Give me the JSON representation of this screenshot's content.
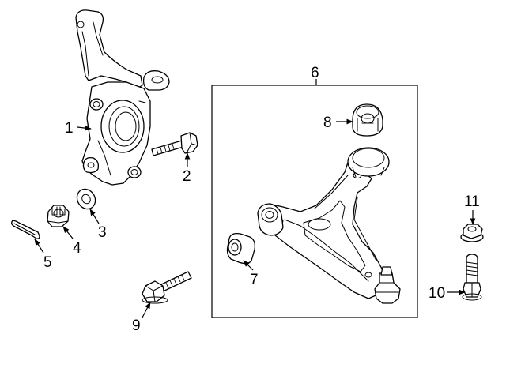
{
  "callouts": {
    "c1": "1",
    "c2": "2",
    "c3": "3",
    "c4": "4",
    "c5": "5",
    "c6": "6",
    "c7": "7",
    "c8": "8",
    "c9": "9",
    "c10": "10",
    "c11": "11"
  },
  "parts": {
    "p1": "steering-knuckle",
    "p2": "knuckle-bolt",
    "p3": "washer",
    "p4": "castle-nut",
    "p5": "cotter-pin",
    "p6": "lower-control-arm-assembly",
    "p7": "front-bushing",
    "p8": "rear-bushing",
    "p9": "flange-bolt",
    "p10": "arm-mount-bolt",
    "p11": "flange-nut"
  },
  "colors": {
    "line": "#000000",
    "background": "#ffffff"
  }
}
